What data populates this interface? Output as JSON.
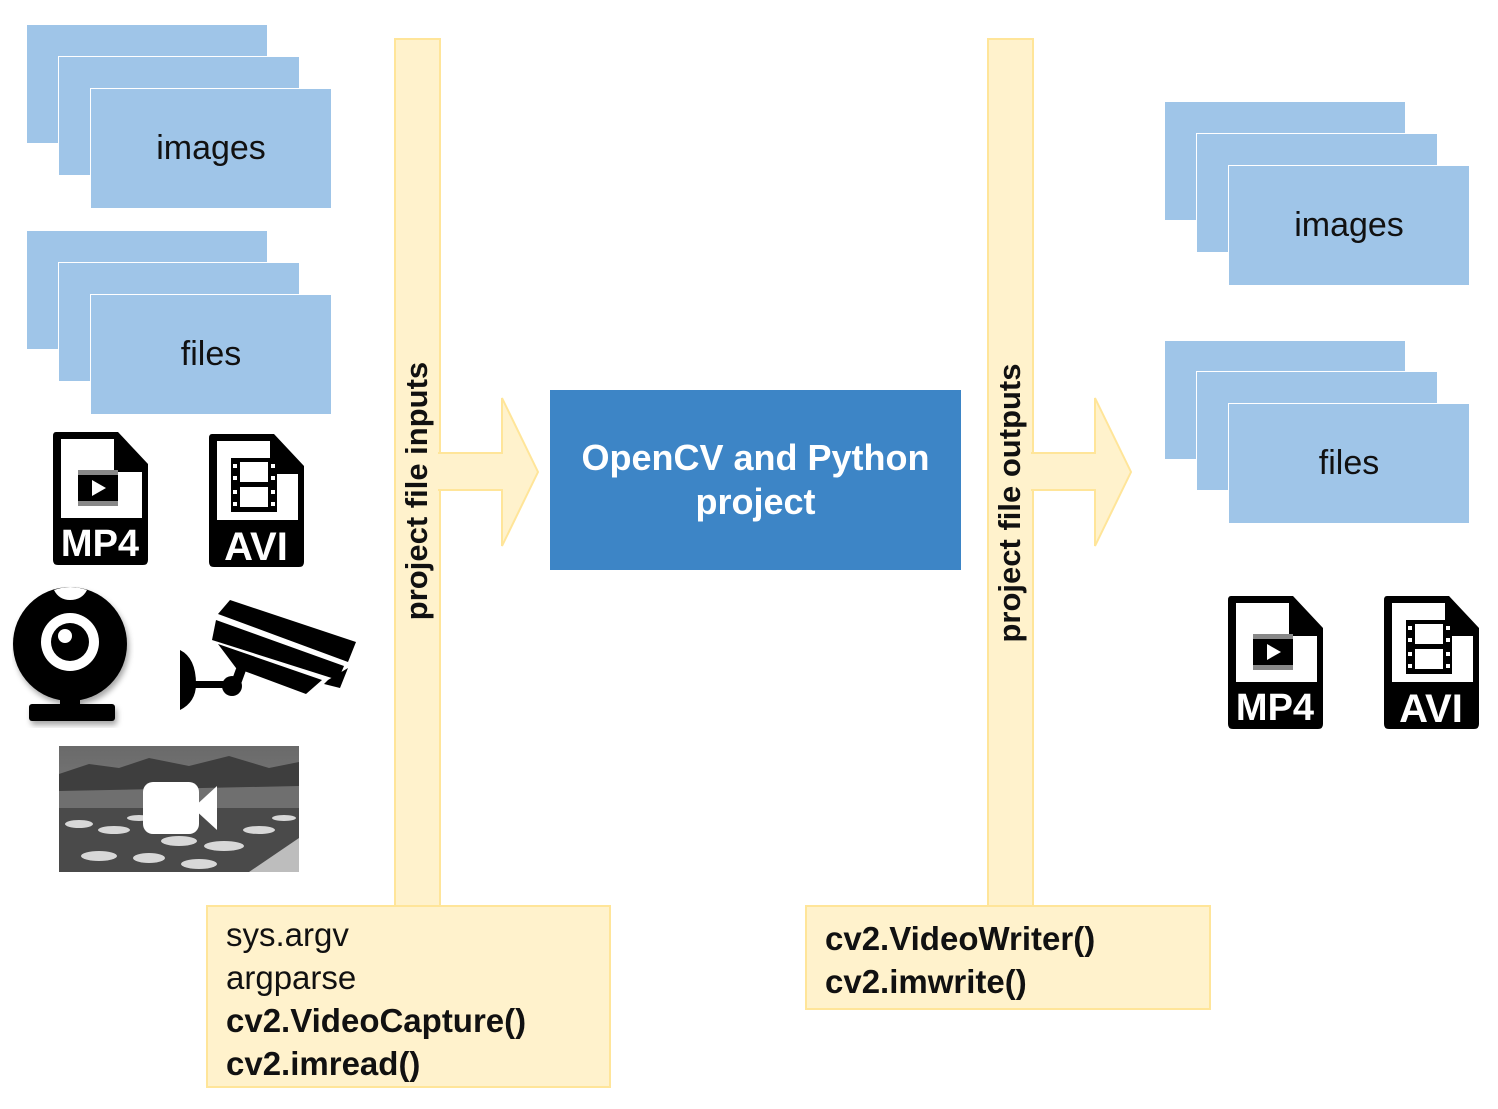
{
  "colors": {
    "card_fill": "#9fc5e8",
    "bar_fill": "#fff2cc",
    "bar_border": "#ffe599",
    "core_fill": "#3d85c6",
    "core_text": "#ffffff"
  },
  "inputs": {
    "images_label": "images",
    "files_label": "files",
    "file_icons": [
      {
        "icon": "mp4-file-icon",
        "label": "MP4"
      },
      {
        "icon": "avi-file-icon",
        "label": "AVI"
      }
    ],
    "devices": [
      "webcam-icon",
      "security-camera-icon",
      "video-stream-thumbnail"
    ]
  },
  "input_bar": {
    "label": "project file inputs"
  },
  "core": {
    "line1": "OpenCV and Python",
    "line2": "project"
  },
  "output_bar": {
    "label": "project file outputs"
  },
  "outputs": {
    "images_label": "images",
    "files_label": "files",
    "file_icons": [
      {
        "icon": "mp4-file-icon",
        "label": "MP4"
      },
      {
        "icon": "avi-file-icon",
        "label": "AVI"
      }
    ]
  },
  "input_methods": {
    "lines": [
      {
        "text": "sys.argv",
        "bold": false
      },
      {
        "text": "argparse",
        "bold": false
      },
      {
        "text": "cv2.VideoCapture()",
        "bold": true
      },
      {
        "text": "cv2.imread()",
        "bold": true
      }
    ]
  },
  "output_methods": {
    "lines": [
      {
        "text": "cv2.VideoWriter()",
        "bold": true
      },
      {
        "text": "cv2.imwrite()",
        "bold": true
      }
    ]
  }
}
